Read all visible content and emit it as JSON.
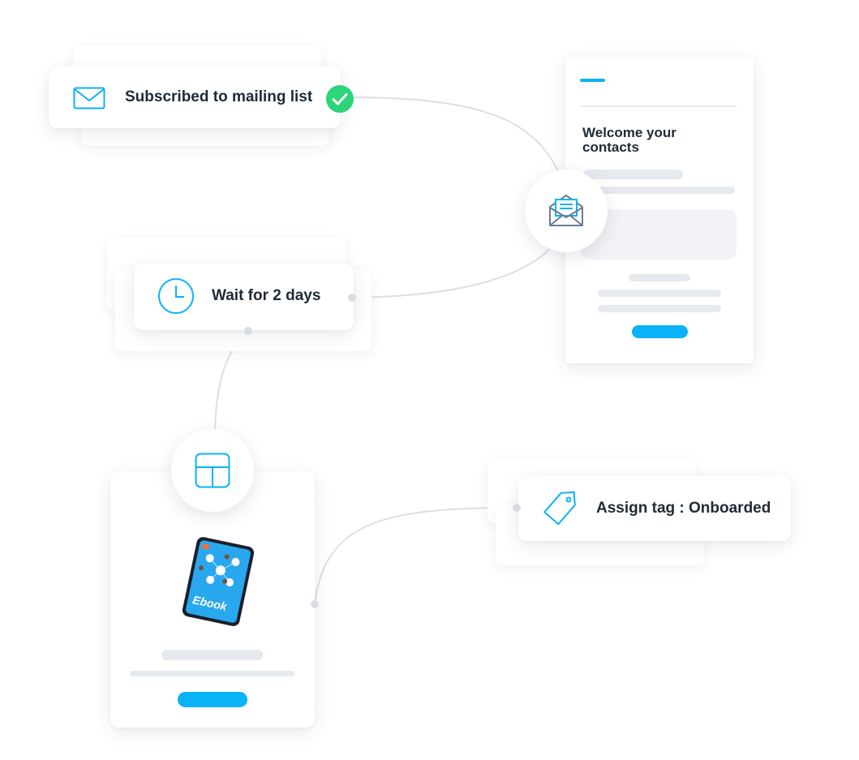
{
  "steps": {
    "subscribed": {
      "label": "Subscribed to mailing list",
      "icon": "envelope-icon",
      "status_icon": "check-icon"
    },
    "wait": {
      "label": "Wait for 2 days",
      "icon": "clock-icon"
    },
    "assign_tag": {
      "label": "Assign tag : Onboarded",
      "icon": "tag-icon"
    }
  },
  "email_preview": {
    "heading": "Welcome your contacts",
    "icon": "open-envelope-icon"
  },
  "ebook_preview": {
    "icon": "layout-icon",
    "tablet_label": "Ebook"
  },
  "colors": {
    "accent": "#0ab3f5",
    "success": "#2ed47a",
    "placeholder": "#e6e9ee",
    "connector": "#dcdfe4"
  }
}
